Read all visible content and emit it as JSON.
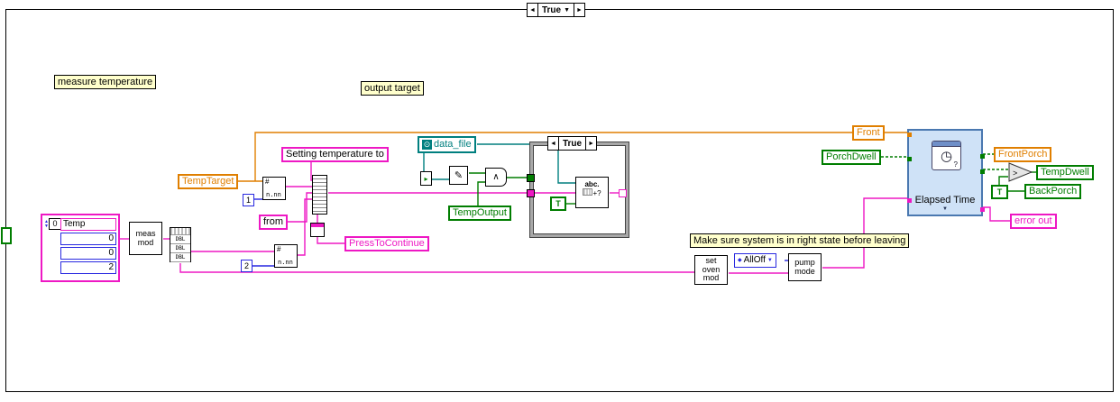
{
  "colors": {
    "pink": "#ee18c4",
    "orange": "#e07f00",
    "green": "#007d00",
    "teal": "#007f7f",
    "blue": "#2828e0",
    "express-bg": "#cfe2f7",
    "express-border": "#4a78b0",
    "comment-bg": "#ffffcc"
  },
  "case_outer": {
    "selector": "True"
  },
  "case_inner": {
    "selector": "True"
  },
  "icons": {
    "left_arrow": "◄",
    "right_arrow": "►",
    "down_arrow": "▼",
    "up_tick": "▲",
    "down_tick": "▼",
    "clock": "◷",
    "question": "?",
    "pencil": "✎",
    "and": "∧",
    "greater": ">",
    "refnum": "⊙",
    "run": "▸",
    "enum": "◆"
  },
  "comments": {
    "measure_temperature": "measure temperature",
    "output_target": "output target",
    "state_note": "Make sure system is in right state before leaving"
  },
  "terminals": {
    "temp_target": "TempTarget",
    "setting_temperature_to": "Setting temperature to",
    "from": "from",
    "press_to_continue": "PressToContinue",
    "data_file": "data_file",
    "temp_output": "TempOutput",
    "front": "Front",
    "porch_dwell": "PorchDwell",
    "front_porch": "FrontPorch",
    "temp_dwell": "TempDwell",
    "back_porch": "BackPorch",
    "error_out": "error out"
  },
  "nodes": {
    "meas_mod": "meas mod",
    "set_oven_mod": "set oven mod",
    "pump_mode": "pump mode",
    "all_off": "AllOff",
    "elapsed_time": "Elapsed Time",
    "format1": {
      "hash": "#",
      "fmt": "n.nn"
    },
    "format2": {
      "hash": "#",
      "fmt": "n.nn"
    },
    "abc": {
      "line1": "abc.",
      "line2": "+?"
    },
    "true_const_inner": "T",
    "true_const_right": "T",
    "dbl_rows": [
      "DBL",
      "DBL",
      "DBL"
    ]
  },
  "constants": {
    "one": "1",
    "two": "2",
    "array_index": "0",
    "cluster_items": [
      "Temp",
      "0",
      "0",
      "2"
    ]
  }
}
